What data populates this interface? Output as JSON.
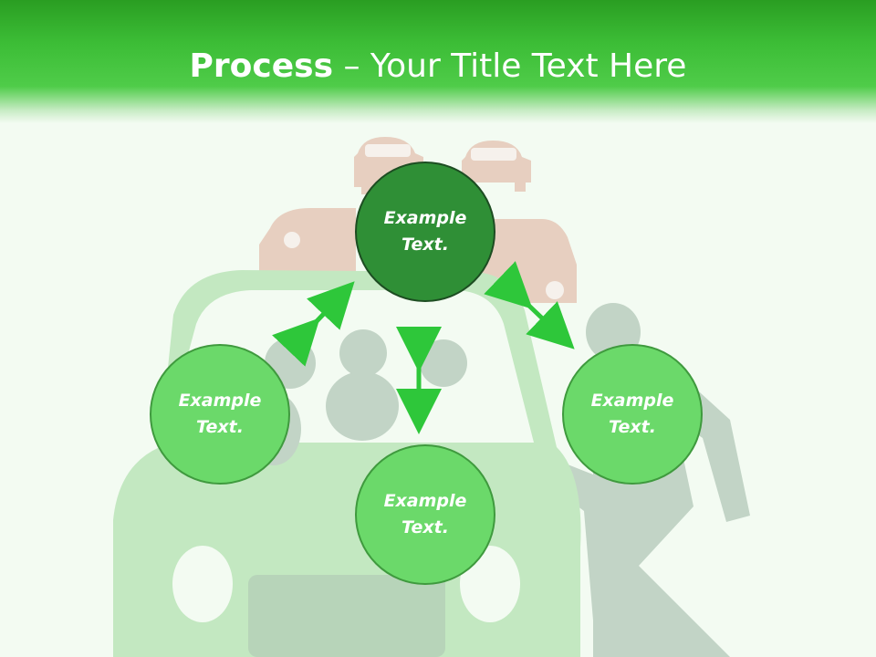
{
  "title": {
    "bold": "Process",
    "rest": " – Your Title Text Here"
  },
  "circles": [
    {
      "text": "Example\nText."
    },
    {
      "text": "Example\nText."
    },
    {
      "text": "Example\nText."
    },
    {
      "text": "Example\nText."
    }
  ],
  "colors": {
    "header": "#3cbd36",
    "circle_light": "#6bd96a",
    "circle_dark": "#2f8f36",
    "arrow": "#2ec73a"
  }
}
